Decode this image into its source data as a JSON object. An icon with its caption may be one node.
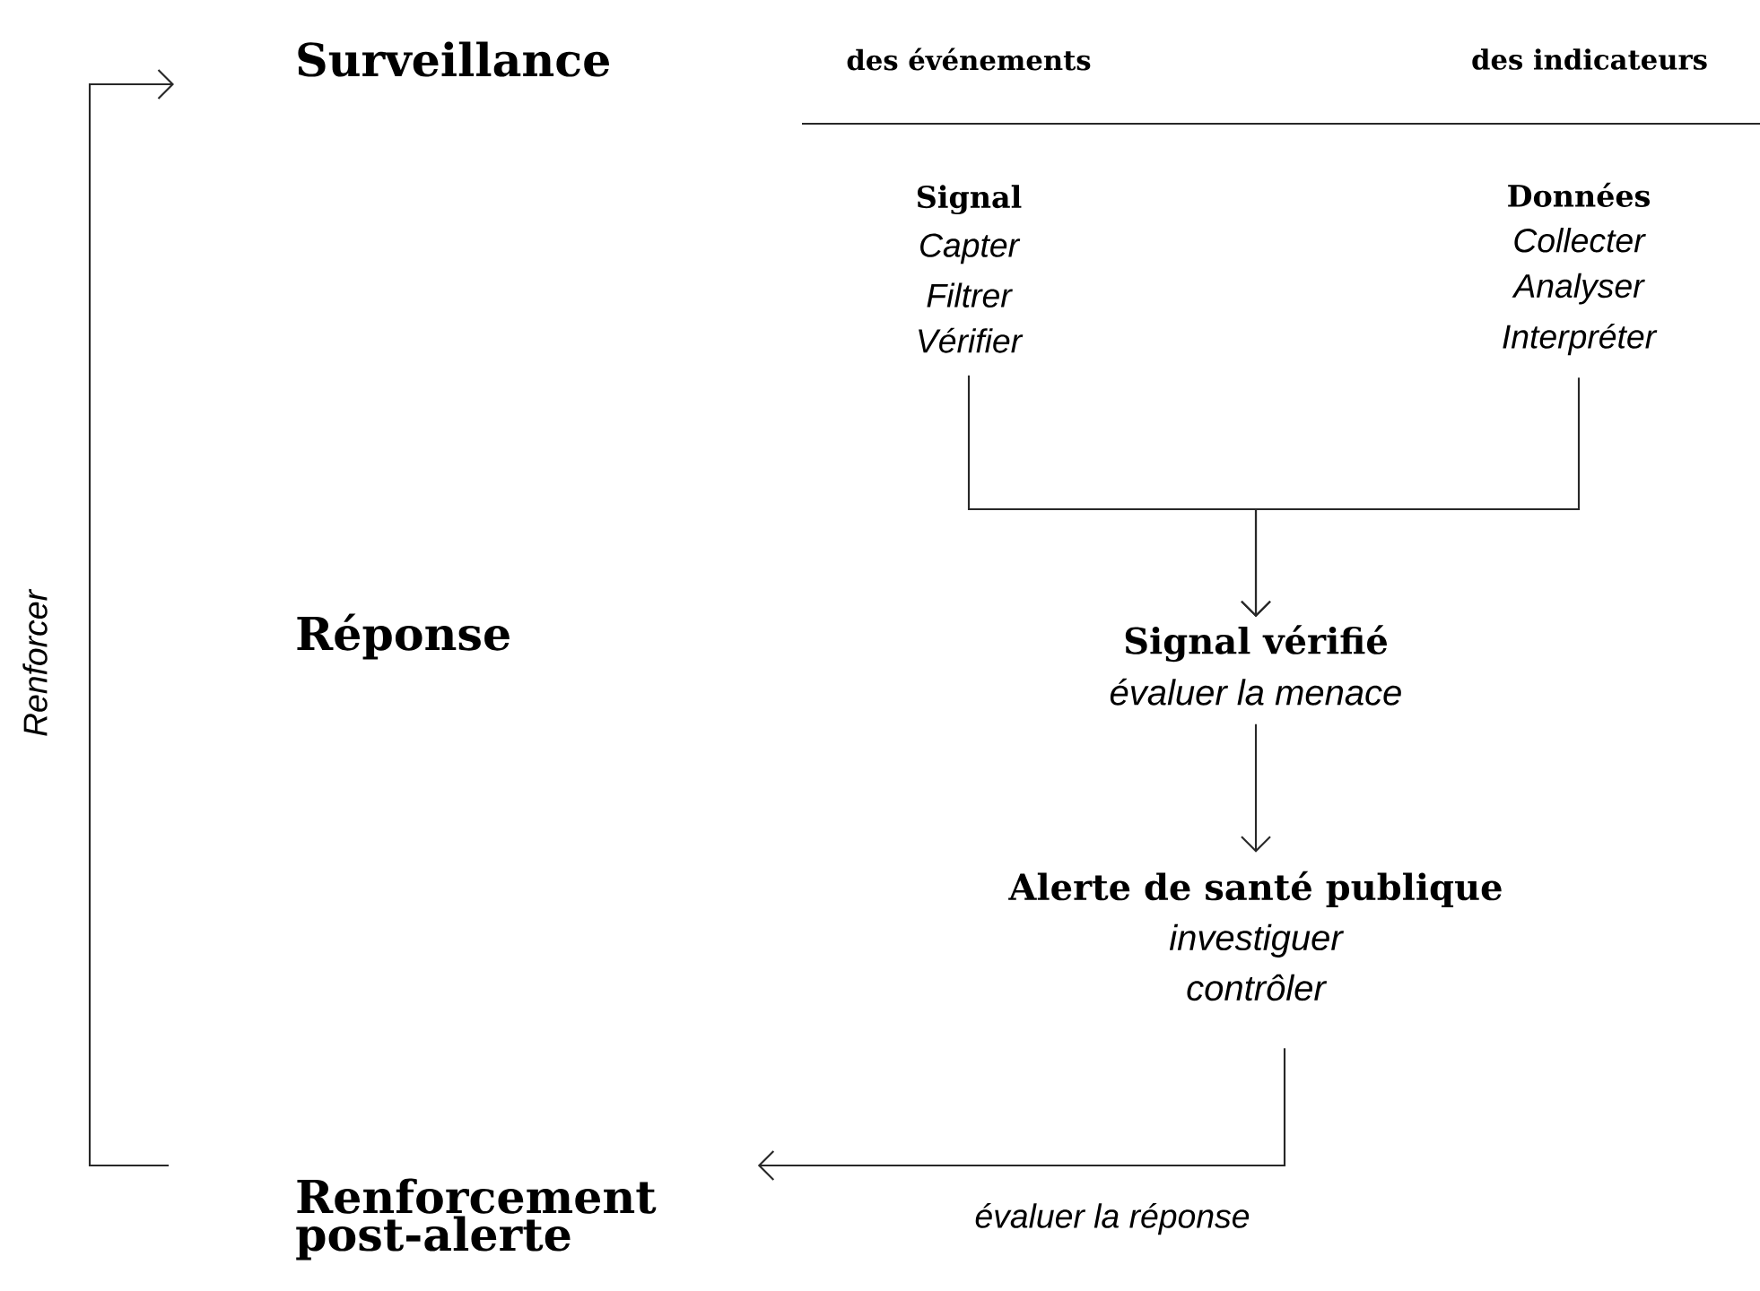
{
  "diagram": {
    "nodes": [
      {
        "text": [
          "Surveillance"
        ]
      },
      {
        "text": [
          "Signal",
          "Capter",
          "Filtrer",
          "Vérifier"
        ]
      },
      {
        "text": [
          "Données",
          "Collecter",
          "Analyser",
          "Interpréter"
        ]
      },
      {
        "text": [
          "Réponse"
        ]
      },
      {
        "text": [
          "Signal vérifié",
          "évaluer la menace"
        ]
      },
      {
        "text": [
          "Alerte de santé publique",
          "investiguer",
          "contrôler"
        ]
      },
      {
        "text": [
          "Renforcement post-alerte"
        ]
      }
    ],
    "edges": [
      {
        "from": 1,
        "to": 4,
        "arrow": "to"
      },
      {
        "from": 2,
        "to": 4,
        "arrow": "to"
      },
      {
        "from": 4,
        "to": 5,
        "arrow": "to"
      },
      {
        "from": 5,
        "to": 6,
        "arrow": "to",
        "label": "évaluer la réponse"
      },
      {
        "from": 6,
        "to": 0,
        "arrow": "to",
        "label": "Renforcer"
      }
    ],
    "labels": [
      "des événements",
      "des indicateurs"
    ]
  }
}
